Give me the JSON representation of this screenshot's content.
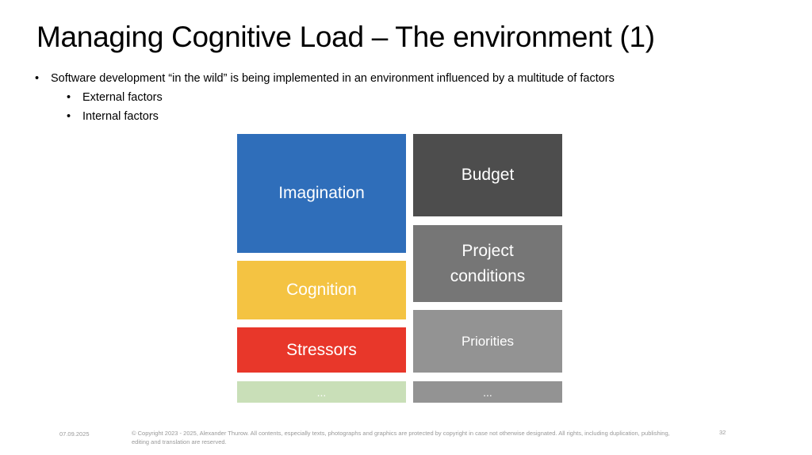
{
  "title": "Managing Cognitive Load – The environment (1)",
  "bullets": [
    "Software development “in the wild” is being implemented in an environment influenced by a multitude of factors",
    "External factors",
    "Internal factors"
  ],
  "bullet_glyph": "•",
  "left_boxes": [
    {
      "label": "Imagination",
      "color": "#2F6EBA"
    },
    {
      "label": "Cognition",
      "color": "#F4C342"
    },
    {
      "label": "Stressors",
      "color": "#E8372A"
    },
    {
      "label": "...",
      "color": "#C9DFB8"
    }
  ],
  "right_boxes": [
    {
      "label": "Budget",
      "color": "#4D4D4D"
    },
    {
      "label": "Project conditions",
      "color": "#767676"
    },
    {
      "label": "Priorities",
      "color": "#939393"
    },
    {
      "label": "...",
      "color": "#939393"
    }
  ],
  "footer": {
    "date": "07.09.2025",
    "copyright": "© Copyright 2023 - 2025, Alexander Thurow. All contents, especially texts, photographs and graphics are protected by copyright in case not otherwise designated. All rights, including duplication, publishing, editing and translation are reserved.",
    "page": "32"
  }
}
